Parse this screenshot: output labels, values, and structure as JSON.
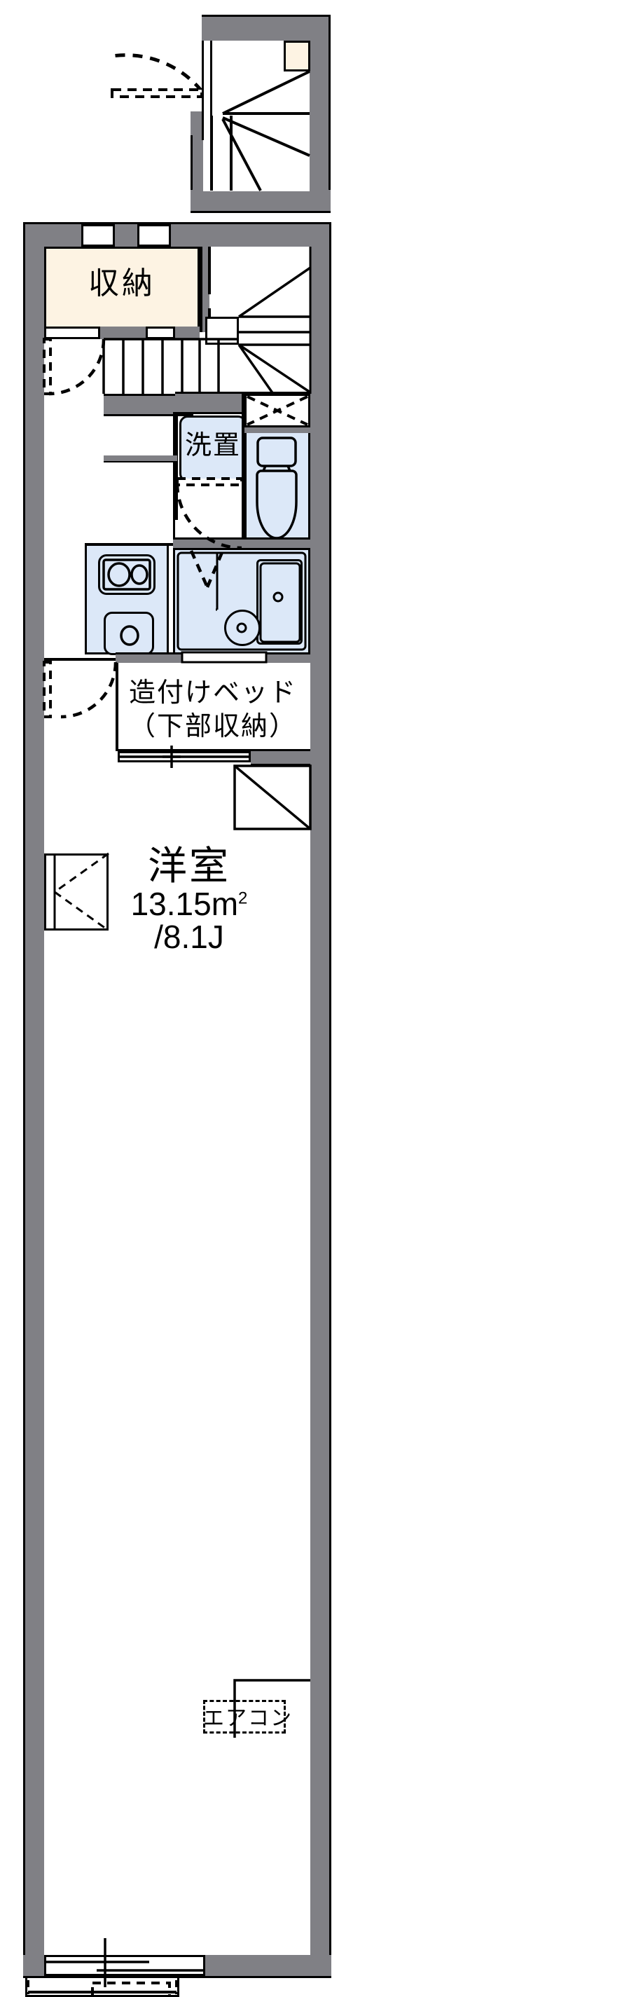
{
  "plan": {
    "title_ignored": "",
    "colors": {
      "wall": "#808085",
      "outline": "#000000",
      "closet_fill": "#FDF3E3",
      "fixture_fill": "#DCE8F8",
      "room_fill": "#FFFFFF",
      "background": "#FFFFFF"
    },
    "labels": {
      "closet": "収納",
      "washer": "洗置",
      "builtin_bed_line1": "造付けベッド",
      "builtin_bed_line2": "（下部収納）",
      "room_name": "洋室",
      "room_area_value": "13.15m",
      "room_area_sup": "2",
      "room_area_jo": "/8.1J",
      "air_conditioner": "エアコン"
    },
    "rooms": [
      {
        "name": "entrance-hall",
        "label": ""
      },
      {
        "name": "stair-upper",
        "label": ""
      },
      {
        "name": "closet",
        "label": "収納"
      },
      {
        "name": "stair-lower",
        "label": ""
      },
      {
        "name": "washer-space",
        "label": "洗置"
      },
      {
        "name": "toilet",
        "label": ""
      },
      {
        "name": "kitchen",
        "label": ""
      },
      {
        "name": "unit-bath",
        "label": ""
      },
      {
        "name": "builtin-bed",
        "label": "造付けベッド（下部収納）"
      },
      {
        "name": "western-room",
        "label": "洋室"
      },
      {
        "name": "balcony",
        "label": ""
      }
    ],
    "fixtures": [
      {
        "name": "toilet-fixture",
        "label": ""
      },
      {
        "name": "gas-stove-two-burner",
        "label": ""
      },
      {
        "name": "kitchen-sink",
        "label": ""
      },
      {
        "name": "bathtub",
        "label": ""
      },
      {
        "name": "wash-basin",
        "label": ""
      },
      {
        "name": "washing-machine-pan",
        "label": "洗置"
      }
    ],
    "openings": [
      {
        "name": "entrance-door",
        "type": "swing-door"
      },
      {
        "name": "closet-door",
        "type": "swing-door"
      },
      {
        "name": "room-entry-door",
        "type": "swing-door"
      },
      {
        "name": "toilet-door",
        "type": "swing-door"
      },
      {
        "name": "bath-door",
        "type": "folding-door"
      },
      {
        "name": "window-north-left",
        "type": "window"
      },
      {
        "name": "window-north-right",
        "type": "window"
      },
      {
        "name": "window-west",
        "type": "window"
      },
      {
        "name": "balcony-sliding-door",
        "type": "sliding-window"
      },
      {
        "name": "upper-vent",
        "type": "vent"
      }
    ]
  }
}
